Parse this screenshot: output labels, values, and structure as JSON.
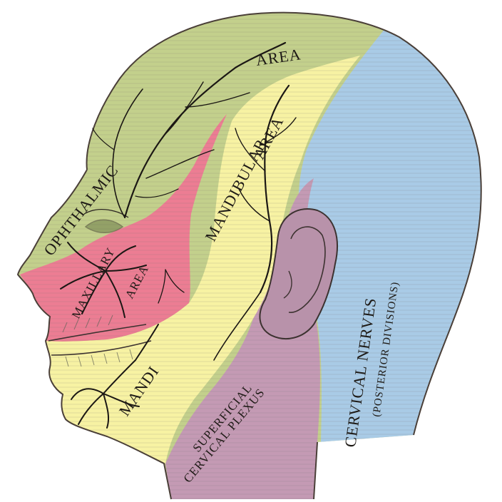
{
  "regions": [
    {
      "name": "ophthalmic",
      "color": "#c3d08c"
    },
    {
      "name": "maxillary",
      "color": "#ec7d93"
    },
    {
      "name": "mandibular",
      "color": "#f7f2a3"
    },
    {
      "name": "superficial-cervical-plexus",
      "color": "#c49ab4"
    },
    {
      "name": "cervical-nerves-posterior",
      "color": "#a9cbe6"
    }
  ],
  "labels": {
    "ophthalmic_area": "AREA",
    "ophthalmic_name": "OPHTHALMIC",
    "maxillary_name": "MAXILLARY",
    "maxillary_area": "AREA",
    "mandibular_name": "MANDIBULAR",
    "mandibular_area": "AREA",
    "mandibular_lower": "MANDI",
    "cervical_plexus_1": "SUPERFICIAL",
    "cervical_plexus_2": "CERVICAL PLEXUS",
    "cervical_nerves": "CERVICAL NERVES",
    "cervical_posterior": "(POSTERIOR DIVISIONS)"
  }
}
